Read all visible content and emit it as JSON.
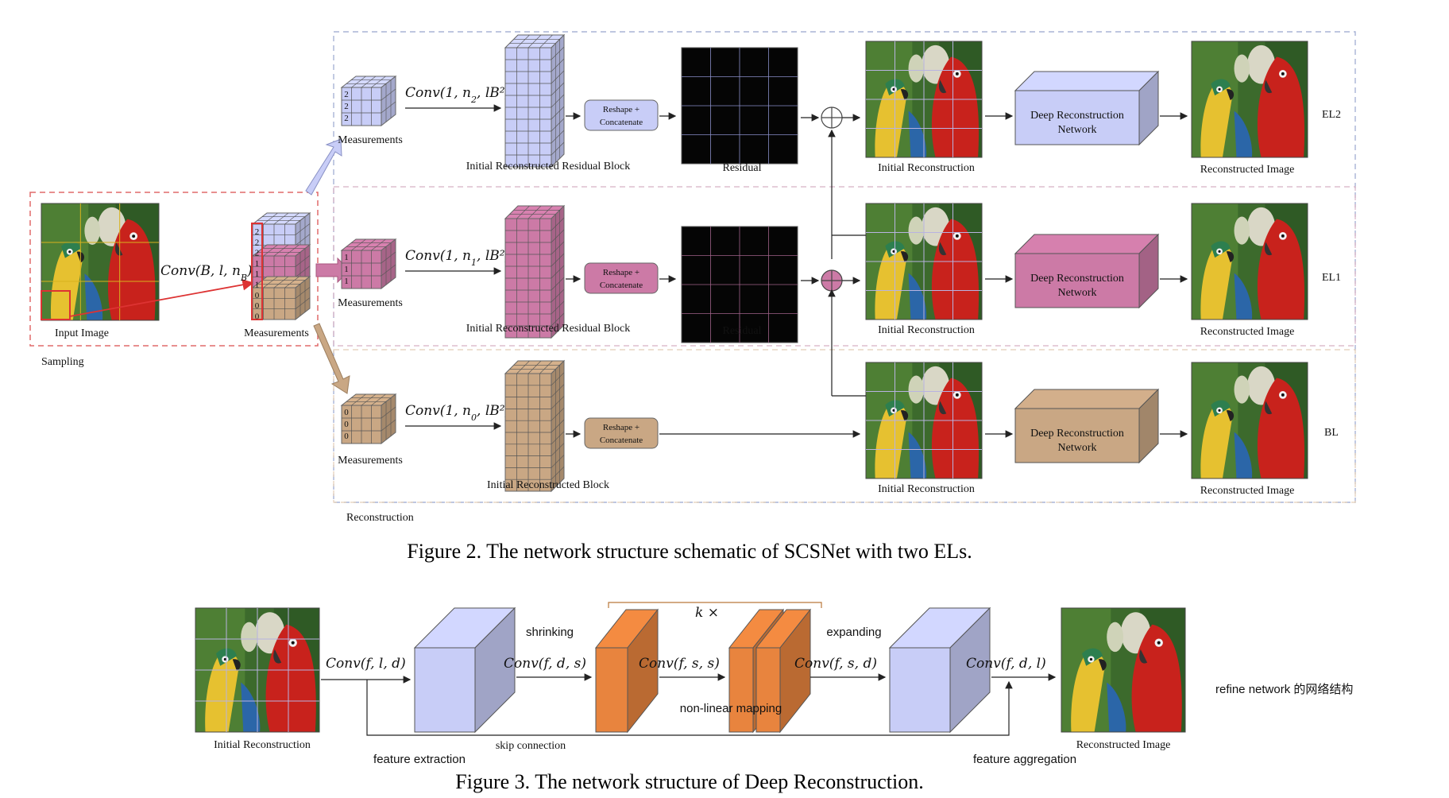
{
  "figure2": {
    "caption": "Figure 2. The network structure schematic of SCSNet with two ELs.",
    "sampling_label": "Sampling",
    "reconstruction_label": "Reconstruction",
    "input_image_label": "Input Image",
    "sampling_conv": "Conv(B, l, n_B)",
    "sampling_measurements_label": "Measurements",
    "stack_digits": [
      "2",
      "2",
      "2",
      "1",
      "1",
      "1",
      "0",
      "0",
      "0"
    ],
    "rows": [
      {
        "tag": "EL2",
        "measurements_label": "Measurements",
        "digits": [
          "2",
          "2",
          "2"
        ],
        "conv": "Conv(1, n_2, lB²)",
        "block_label": "Initial Reconstructed Residual Block",
        "reshape_label_1": "Reshape +",
        "reshape_label_2": "Concatenate",
        "residual_label": "Residual",
        "initial_recon_label": "Initial Reconstruction",
        "drn_label_1": "Deep Reconstruction",
        "drn_label_2": "Network",
        "output_label": "Reconstructed Image"
      },
      {
        "tag": "EL1",
        "measurements_label": "Measurements",
        "digits": [
          "1",
          "1",
          "1"
        ],
        "conv": "Conv(1, n_1, lB²)",
        "block_label": "Initial Reconstructed Residual Block",
        "reshape_label_1": "Reshape +",
        "reshape_label_2": "Concatenate",
        "residual_label": "Residual",
        "initial_recon_label": "Initial Reconstruction",
        "drn_label_1": "Deep Reconstruction",
        "drn_label_2": "Network",
        "output_label": "Reconstructed Image"
      },
      {
        "tag": "BL",
        "measurements_label": "Measurements",
        "digits": [
          "0",
          "0",
          "0"
        ],
        "conv": "Conv(1, n_0, lB²)",
        "block_label": "Initial Reconstructed Block",
        "reshape_label_1": "Reshape +",
        "reshape_label_2": "Concatenate",
        "initial_recon_label": "Initial Reconstruction",
        "drn_label_1": "Deep Reconstruction",
        "drn_label_2": "Network",
        "output_label": "Reconstructed Image"
      }
    ]
  },
  "figure3": {
    "caption": "Figure 3. The network structure of Deep Reconstruction.",
    "input_label": "Initial Reconstruction",
    "output_label": "Reconstructed Image",
    "conv1": "Conv(f, l, d)",
    "conv2": "Conv(f, d, s)",
    "conv3": "Conv(f, s, s)",
    "conv4": "Conv(f, s, d)",
    "conv5": "Conv(f, d, l)",
    "shrinking": "shrinking",
    "expanding": "expanding",
    "repeat": "k ×",
    "nonlinear": "non-linear mapping",
    "skip": "skip connection",
    "feature_extraction": "feature extraction",
    "feature_aggregation": "feature aggregation",
    "note": "refine network 的网络结构"
  },
  "colors": {
    "el2": "#c8cdf7",
    "el1": "#cc7aa6",
    "bl": "#c9a784",
    "orange": "#e8843e",
    "sampling_border": "#e06a6a",
    "recon_border": "#a9b4d6",
    "tag_blue": "#9aa7d8",
    "tag_pink": "#c47aa0",
    "tag_tan": "#c9a784"
  }
}
